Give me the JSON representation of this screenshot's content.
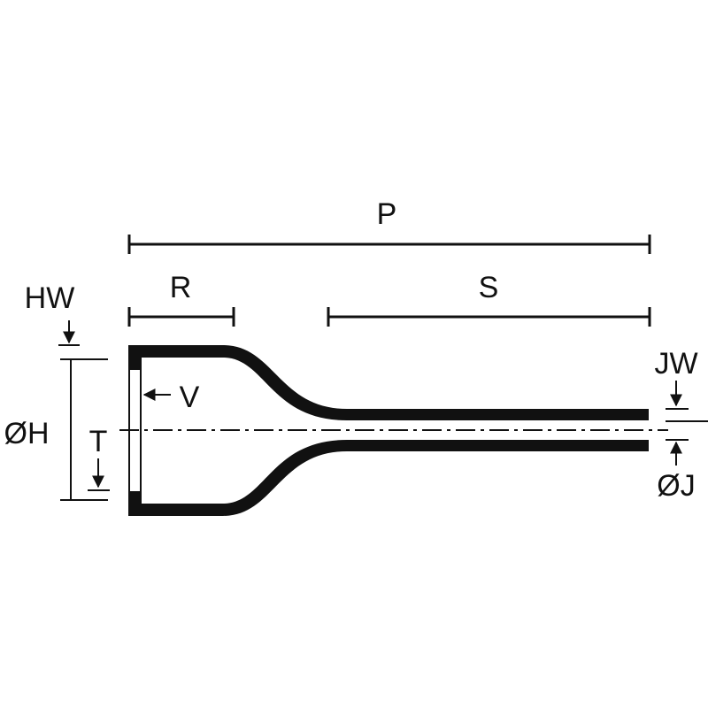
{
  "labels": {
    "p": "P",
    "r": "R",
    "s": "S",
    "hw": "HW",
    "v": "V",
    "oh": "ØH",
    "t": "T",
    "jw": "JW",
    "oj": "ØJ"
  },
  "colors": {
    "ink": "#111111",
    "background": "#ffffff"
  }
}
